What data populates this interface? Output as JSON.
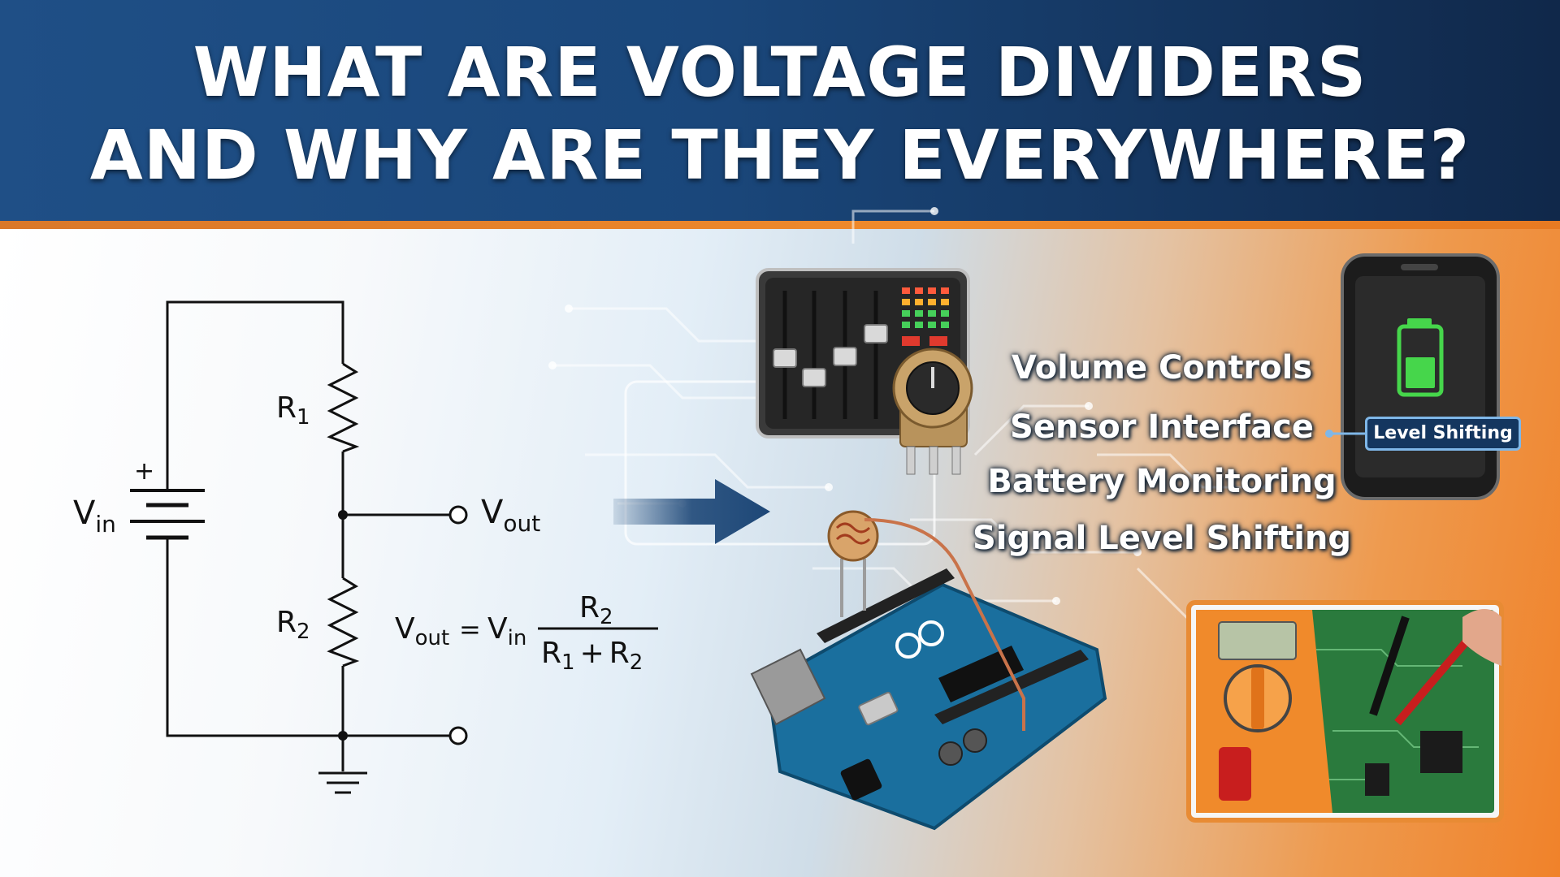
{
  "title": {
    "line1": "WHAT ARE VOLTAGE DIVIDERS",
    "line2": "AND WHY ARE THEY EVERYWHERE?"
  },
  "circuit": {
    "vin_main": "V",
    "vin_sub": "in",
    "plus_sign": "+",
    "r1_main": "R",
    "r1_sub": "1",
    "r2_main": "R",
    "r2_sub": "2",
    "vout_main": "V",
    "vout_sub": "out"
  },
  "formula": {
    "lhs_main": "V",
    "lhs_sub": "out",
    "equals": "=",
    "rhs_main": "V",
    "rhs_sub": "in",
    "num_main": "R",
    "num_sub": "2",
    "den_a_main": "R",
    "den_a_sub": "1",
    "den_plus": "+",
    "den_b_main": "R",
    "den_b_sub": "2"
  },
  "applications": [
    "Volume Controls",
    "Sensor Interface",
    "Battery Monitoring",
    "Signal Level Shifting"
  ],
  "phone_badge": "Level Shifting",
  "colors": {
    "header_blue": "#1f4f86",
    "accent_orange": "#f0822a",
    "arrow_blue": "#1d4777",
    "arduino_blue": "#1a6f9e"
  }
}
